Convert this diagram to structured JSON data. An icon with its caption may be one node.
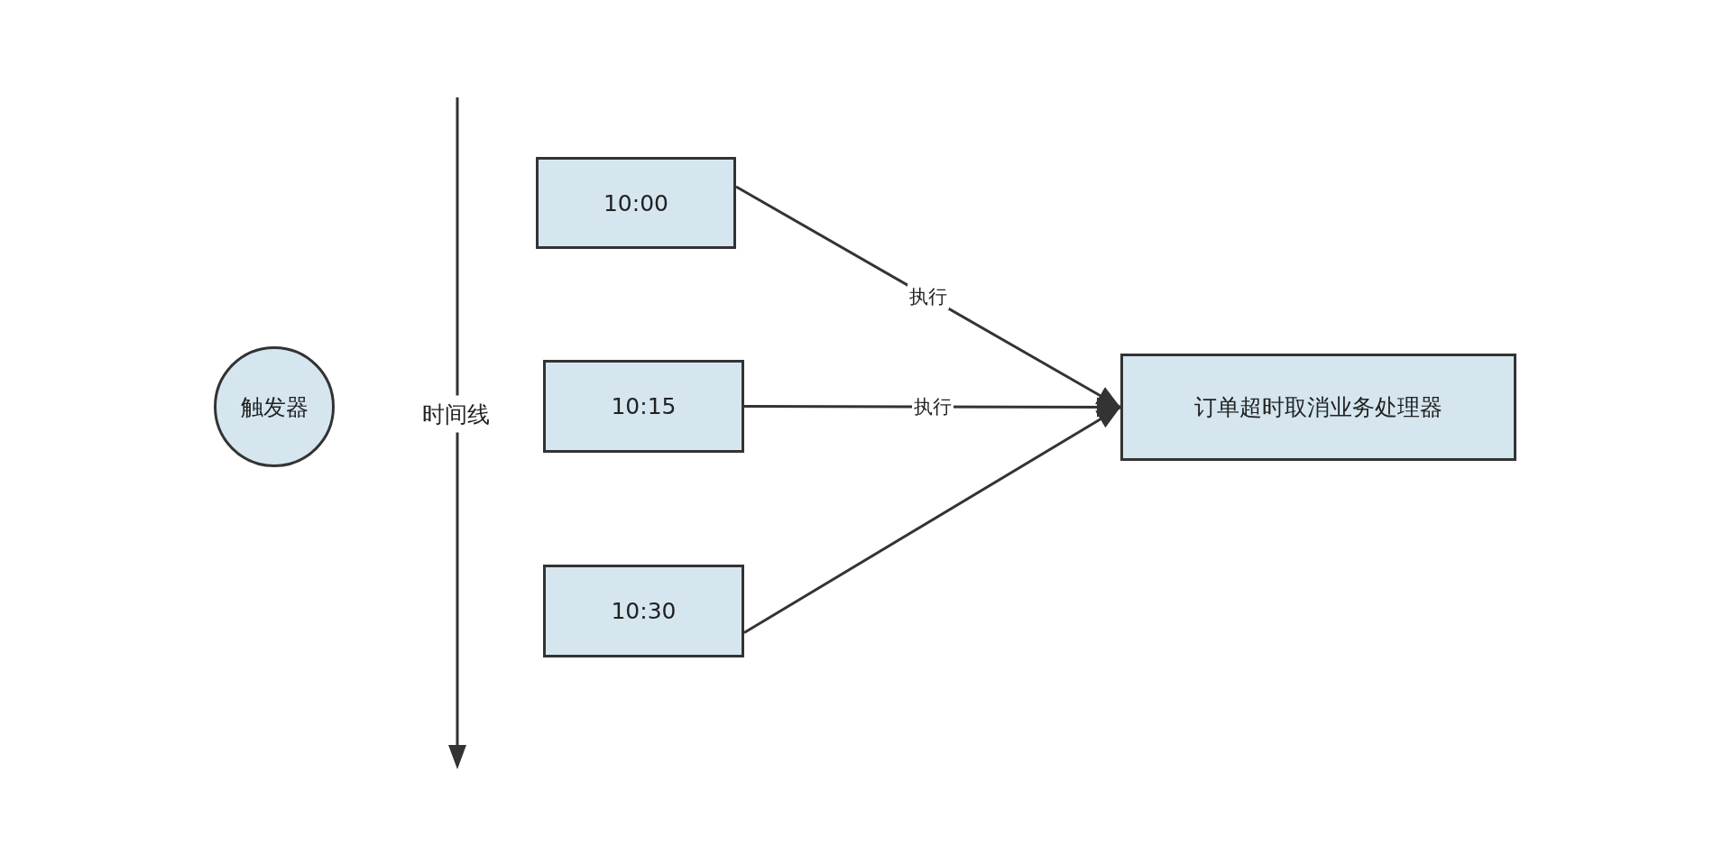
{
  "diagram": {
    "nodes": [
      {
        "text": [
          "触发器"
        ]
      },
      {
        "text": [
          "10:00"
        ]
      },
      {
        "text": [
          "10:15"
        ]
      },
      {
        "text": [
          "10:30"
        ]
      },
      {
        "text": [
          "订单超时取消业务处理器"
        ]
      }
    ],
    "edges": [
      {
        "from": 1,
        "to": 4,
        "arrow": "to",
        "label": "执行"
      },
      {
        "from": 2,
        "to": 4,
        "arrow": "to",
        "label": "执行"
      },
      {
        "from": 3,
        "to": 4,
        "arrow": "to"
      }
    ],
    "labels": [
      "时间线"
    ]
  }
}
